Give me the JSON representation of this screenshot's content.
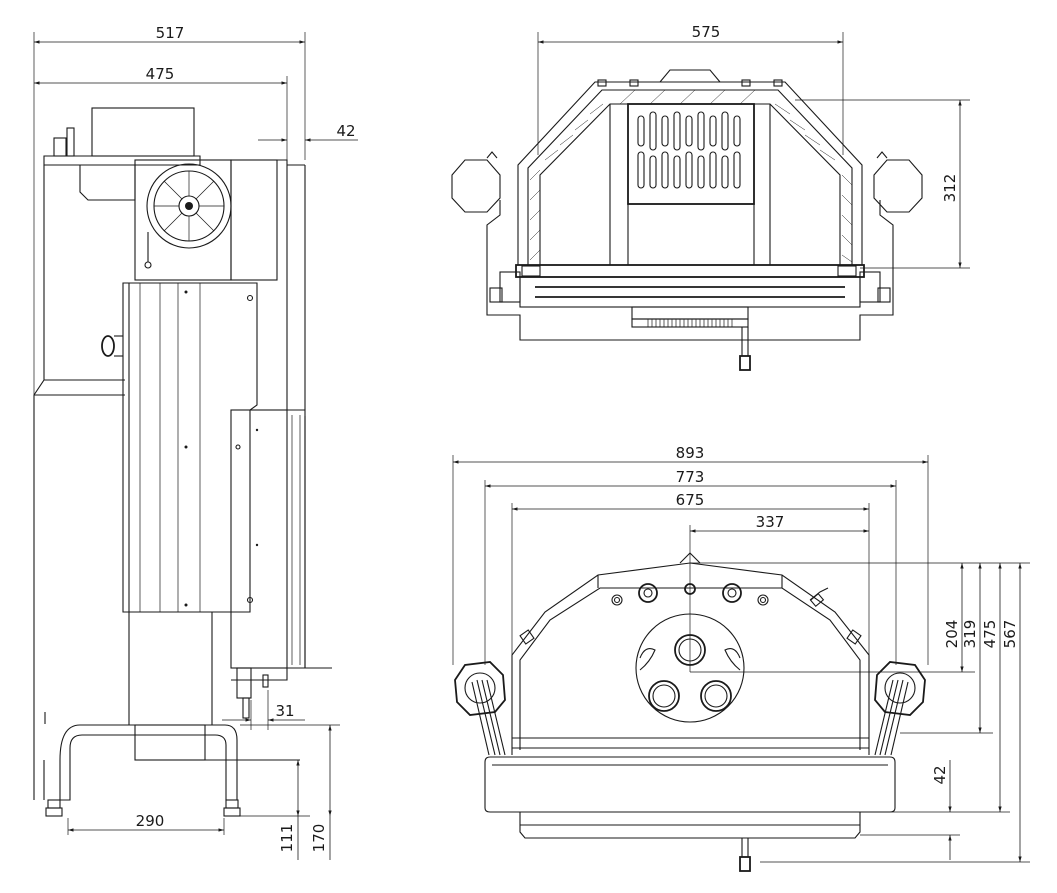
{
  "drawing": {
    "side_view": {
      "dim_overall_width": "517",
      "dim_body_depth": "475",
      "dim_frame_offset": "42",
      "dim_step": "31",
      "dim_leg_span": "290",
      "dim_leg_height": "111",
      "dim_base_height": "170"
    },
    "top_view": {
      "dim_width": "575",
      "dim_depth": "312"
    },
    "bottom_view": {
      "dim_overall_width": "893",
      "dim_frame_width": "773",
      "dim_body_width": "675",
      "dim_half_width": "337",
      "dim_outlet_depth": "204",
      "dim_depth_319": "319",
      "dim_depth_475": "475",
      "dim_overall_depth": "567",
      "dim_front_offset": "42"
    }
  }
}
